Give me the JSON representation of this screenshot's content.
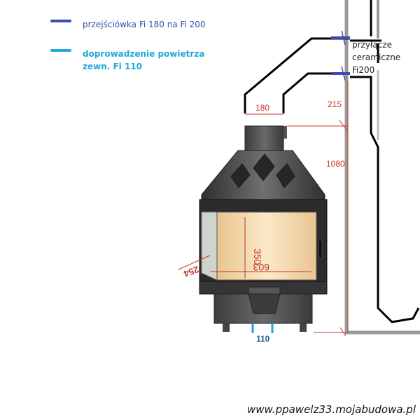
{
  "legend": {
    "item1": {
      "text": "przejściówka Fi 180 na Fi 200",
      "color": "#3a4db0"
    },
    "item2": {
      "line1": "doprowadzenie powietrza",
      "line2": "zewn. Fi 110",
      "color": "#1fa7d8"
    }
  },
  "labels": {
    "przylacze_line1": "przyłącze",
    "przylacze_line2": "ceramiczne",
    "przylacze_line3": "Fi200"
  },
  "dimensions": {
    "d180": "180",
    "d215": "215",
    "d1080": "1080",
    "d350": "350",
    "d603": "603",
    "d254": "254",
    "d110": "110"
  },
  "watermark": "www.ppawelz33.mojabudowa.pl",
  "colors": {
    "dimension": "#c0392b",
    "pipe": "#000000",
    "wall": "#9a9a9a",
    "reducer": "#3a4db0",
    "air_inlet": "#1fa7d8",
    "glass": "#f3d9a8"
  }
}
